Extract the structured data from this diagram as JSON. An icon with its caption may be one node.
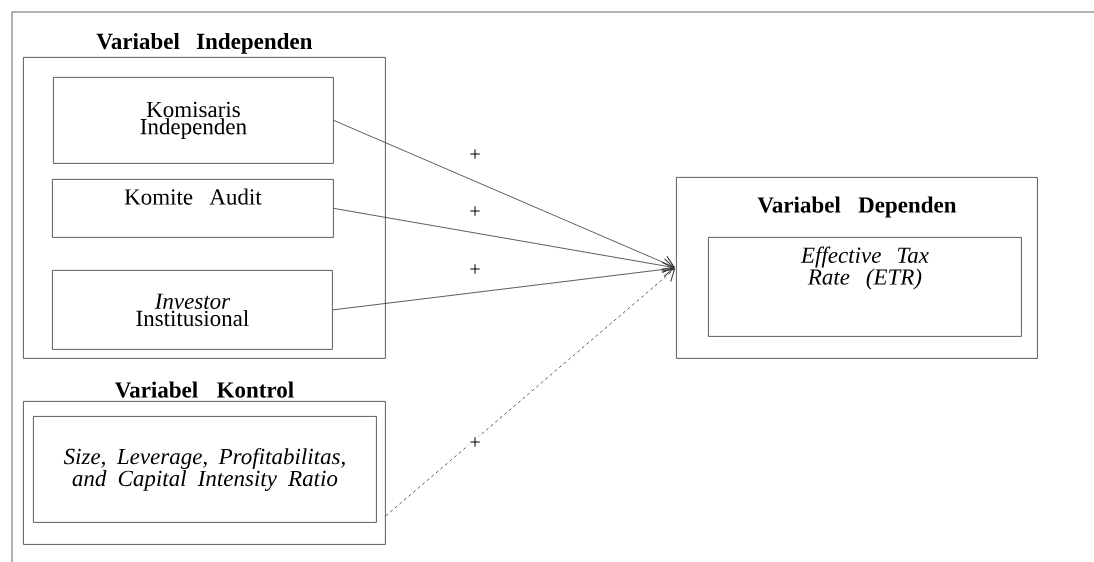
{
  "diagram": {
    "nodes": [
      {
        "text": [
          "Variabel Independen"
        ]
      },
      {
        "text": [
          "Komisaris Independen"
        ],
        "in": 0
      },
      {
        "text": [
          "Komite Audit"
        ],
        "in": 0
      },
      {
        "text": [
          "*Investor* Institusional"
        ],
        "in": 0
      },
      {
        "text": [
          "Variabel Kontrol"
        ]
      },
      {
        "text": [
          "Size, Leverage, Profitabilitas, and Capital Intensity Ratio"
        ],
        "in": 4
      },
      {
        "text": [
          "Variabel Dependen"
        ]
      },
      {
        "text": [
          "Effective Tax Rate (ETR)"
        ],
        "in": 6
      }
    ],
    "edges": [
      {
        "from": 1,
        "to": 6,
        "arrow": "to",
        "label": "+"
      },
      {
        "from": 2,
        "to": 6,
        "arrow": "to",
        "label": "+"
      },
      {
        "from": 3,
        "to": 6,
        "arrow": "to",
        "label": "+"
      },
      {
        "from": 4,
        "to": 6,
        "arrow": "to",
        "label": "+",
        "style": "dashed"
      }
    ]
  }
}
